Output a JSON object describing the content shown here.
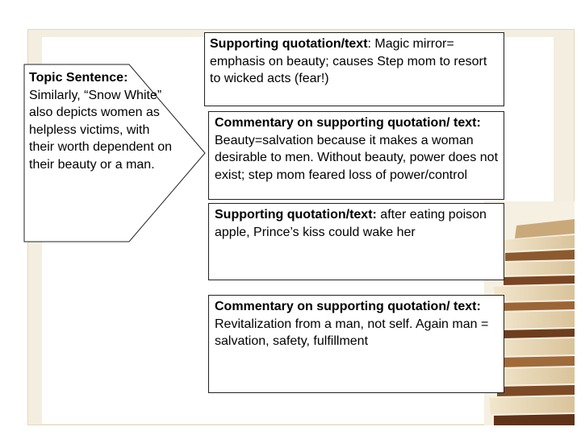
{
  "topic": {
    "heading": "Topic Sentence:",
    "body": "Similarly, “Snow White” also depicts women as helpless victims, with their worth dependent on their beauty or a man."
  },
  "boxes": [
    {
      "label": "Supporting quotation/text",
      "sep": ":",
      "text": "   Magic mirror= emphasis on beauty; causes Step mom to resort to wicked acts (fear!)"
    },
    {
      "label": "Commentary on supporting quotation/ text:",
      "sep": "",
      "text": " Beauty=salvation because it makes a woman desirable to men. Without beauty, power does not exist; step mom feared loss of power/control"
    },
    {
      "label": "Supporting quotation/text:",
      "sep": "",
      "text": "  after eating poison apple, Prince’s kiss could wake her"
    },
    {
      "label": "Commentary on supporting quotation/ text:",
      "sep": "",
      "text": " Revitalization from a man, not self. Again man = salvation, safety, fulfillment"
    }
  ]
}
